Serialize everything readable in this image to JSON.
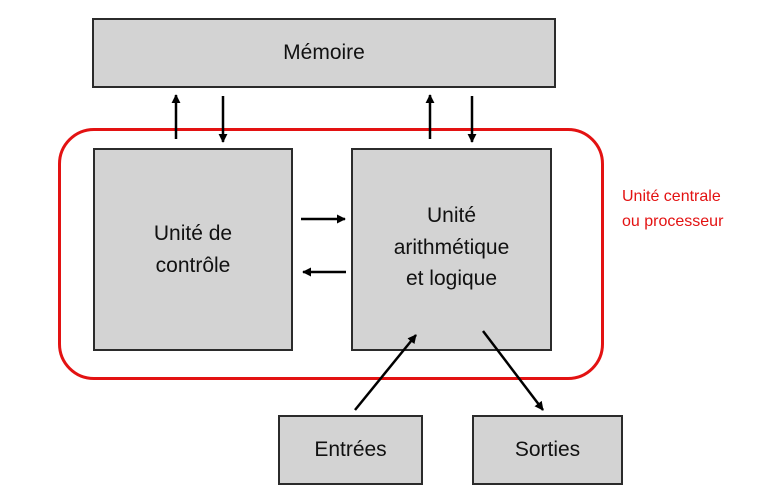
{
  "diagram": {
    "memory_label": "Mémoire",
    "control_unit_label": "Unité de\ncontrôle",
    "alu_label": "Unité\narithmétique\net logique",
    "inputs_label": "Entrées",
    "outputs_label": "Sorties",
    "cpu_label": "Unité centrale\nou processeur"
  },
  "colors": {
    "box_fill": "#d3d3d3",
    "box_border": "#2b2b2b",
    "cpu_accent": "#e31212",
    "arrow": "#000000"
  }
}
